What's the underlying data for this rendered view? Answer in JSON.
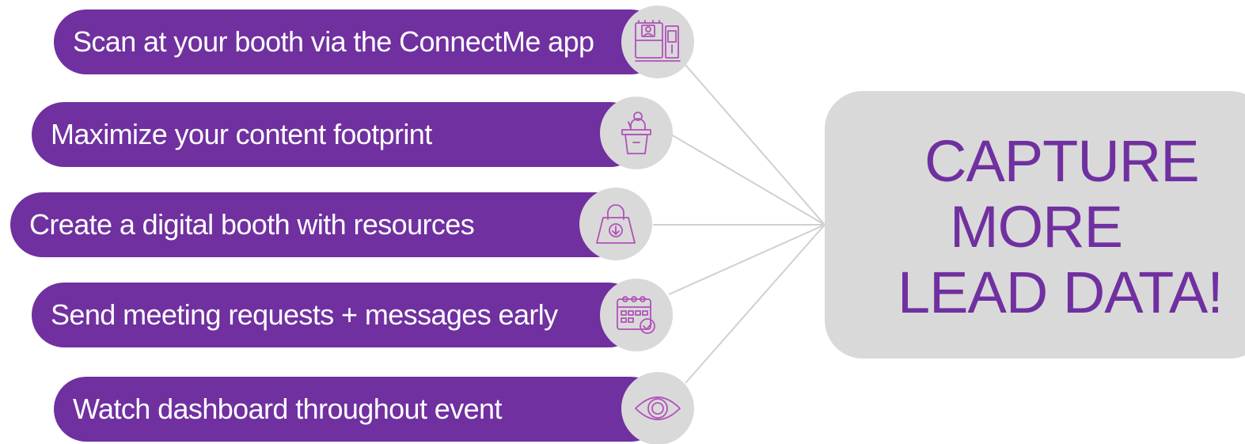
{
  "colors": {
    "pill": "#7030a0",
    "pill_text": "#ffffff",
    "icon_bg": "#d9d9d9",
    "icon_stroke": "#b052b8",
    "connector": "#d0d0d0",
    "capture_bg": "#d9d9d9",
    "capture_text": "#7030a0"
  },
  "items": [
    {
      "label": "Scan at your booth via the ConnectMe app",
      "icon": "booth-kiosk-icon"
    },
    {
      "label": "Maximize your content footprint",
      "icon": "podium-speaker-icon"
    },
    {
      "label": "Create a digital booth with resources",
      "icon": "download-bag-icon"
    },
    {
      "label": "Send meeting requests + messages early",
      "icon": "calendar-check-icon"
    },
    {
      "label": "Watch dashboard throughout event",
      "icon": "eye-icon"
    }
  ],
  "capture": {
    "line1": "CAPTURE",
    "line2": "MORE",
    "line3": "LEAD DATA!"
  }
}
